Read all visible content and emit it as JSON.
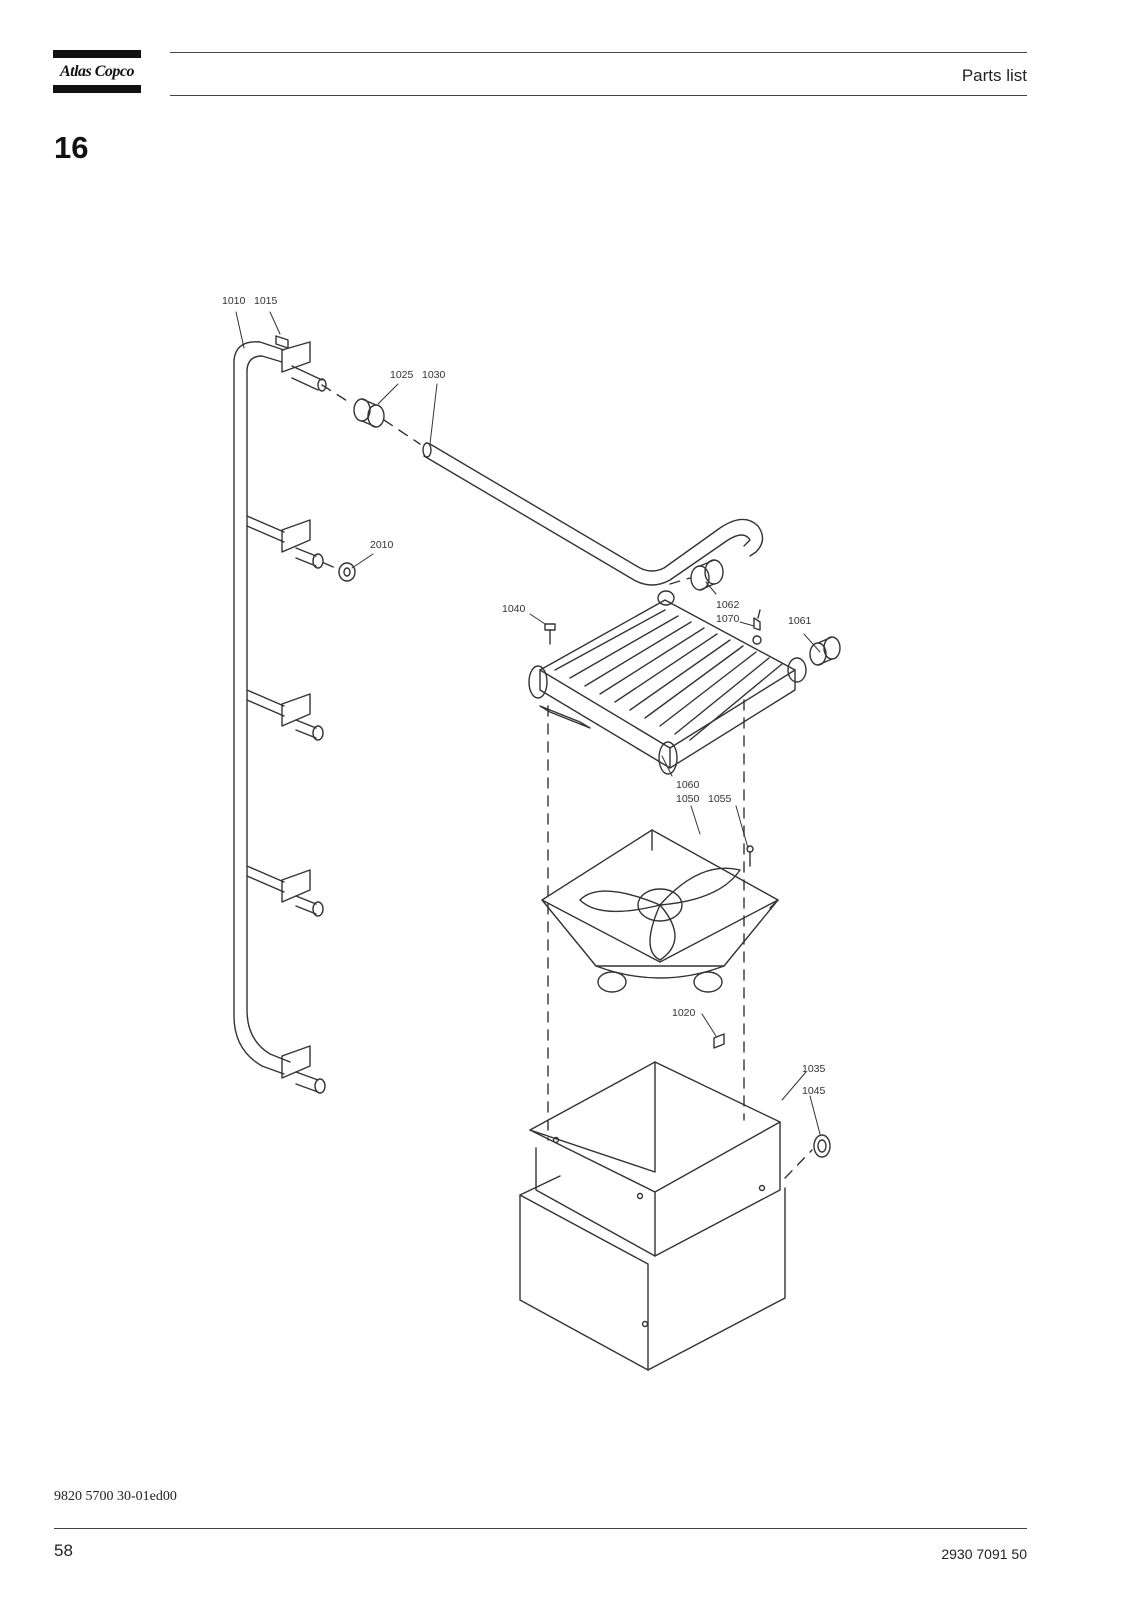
{
  "header": {
    "brand": "Atlas Copco",
    "title": "Parts list"
  },
  "section_number": "16",
  "callouts": {
    "c1010": "1010",
    "c1015": "1015",
    "c1025": "1025",
    "c1030": "1030",
    "c2010": "2010",
    "c1040": "1040",
    "c1062": "1062",
    "c1070": "1070",
    "c1061": "1061",
    "c1060": "1060",
    "c1050": "1050",
    "c1055": "1055",
    "c1020": "1020",
    "c1035": "1035",
    "c1045": "1045"
  },
  "footer": {
    "document_code": "9820 5700 30-01ed00",
    "page_number": "58",
    "part_code": "2930 7091 50"
  }
}
